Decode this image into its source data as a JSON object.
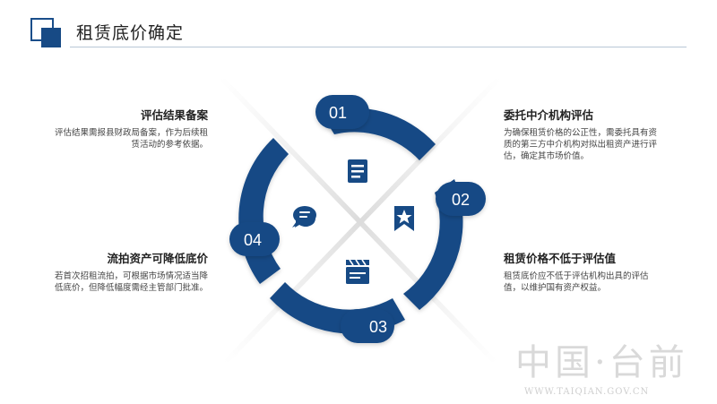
{
  "page": {
    "title": "租赁底价确定"
  },
  "steps": [
    {
      "number": "01",
      "title": "委托中介机构评估",
      "description": "为确保租赁价格的公正性，需委托具有资质的第三方中介机构对拟出租资产进行评估，确定其市场价值。",
      "icon": "document-icon"
    },
    {
      "number": "02",
      "title": "租赁价格不低于评估值",
      "description": "租赁底价应不低于评估机构出具的评估值，以维护国有资产权益。",
      "icon": "bookmark-star-icon"
    },
    {
      "number": "03",
      "title": "流拍资产可降低底价",
      "description": "若首次招租流拍，可根据市场情况适当降低底价，但降低幅度需经主管部门批准。",
      "icon": "clapperboard-icon"
    },
    {
      "number": "04",
      "title": "评估结果备案",
      "description": "评估结果需报县财政局备案，作为后续租赁活动的参考依据。",
      "icon": "chat-bubble-icon"
    }
  ],
  "watermark": {
    "chinese": "中国·台前",
    "url": "WWW.TAIQIAN.GOV.CN"
  },
  "colors": {
    "primary": "#174a85",
    "accent": "#1f5ea8",
    "text": "#333333"
  }
}
